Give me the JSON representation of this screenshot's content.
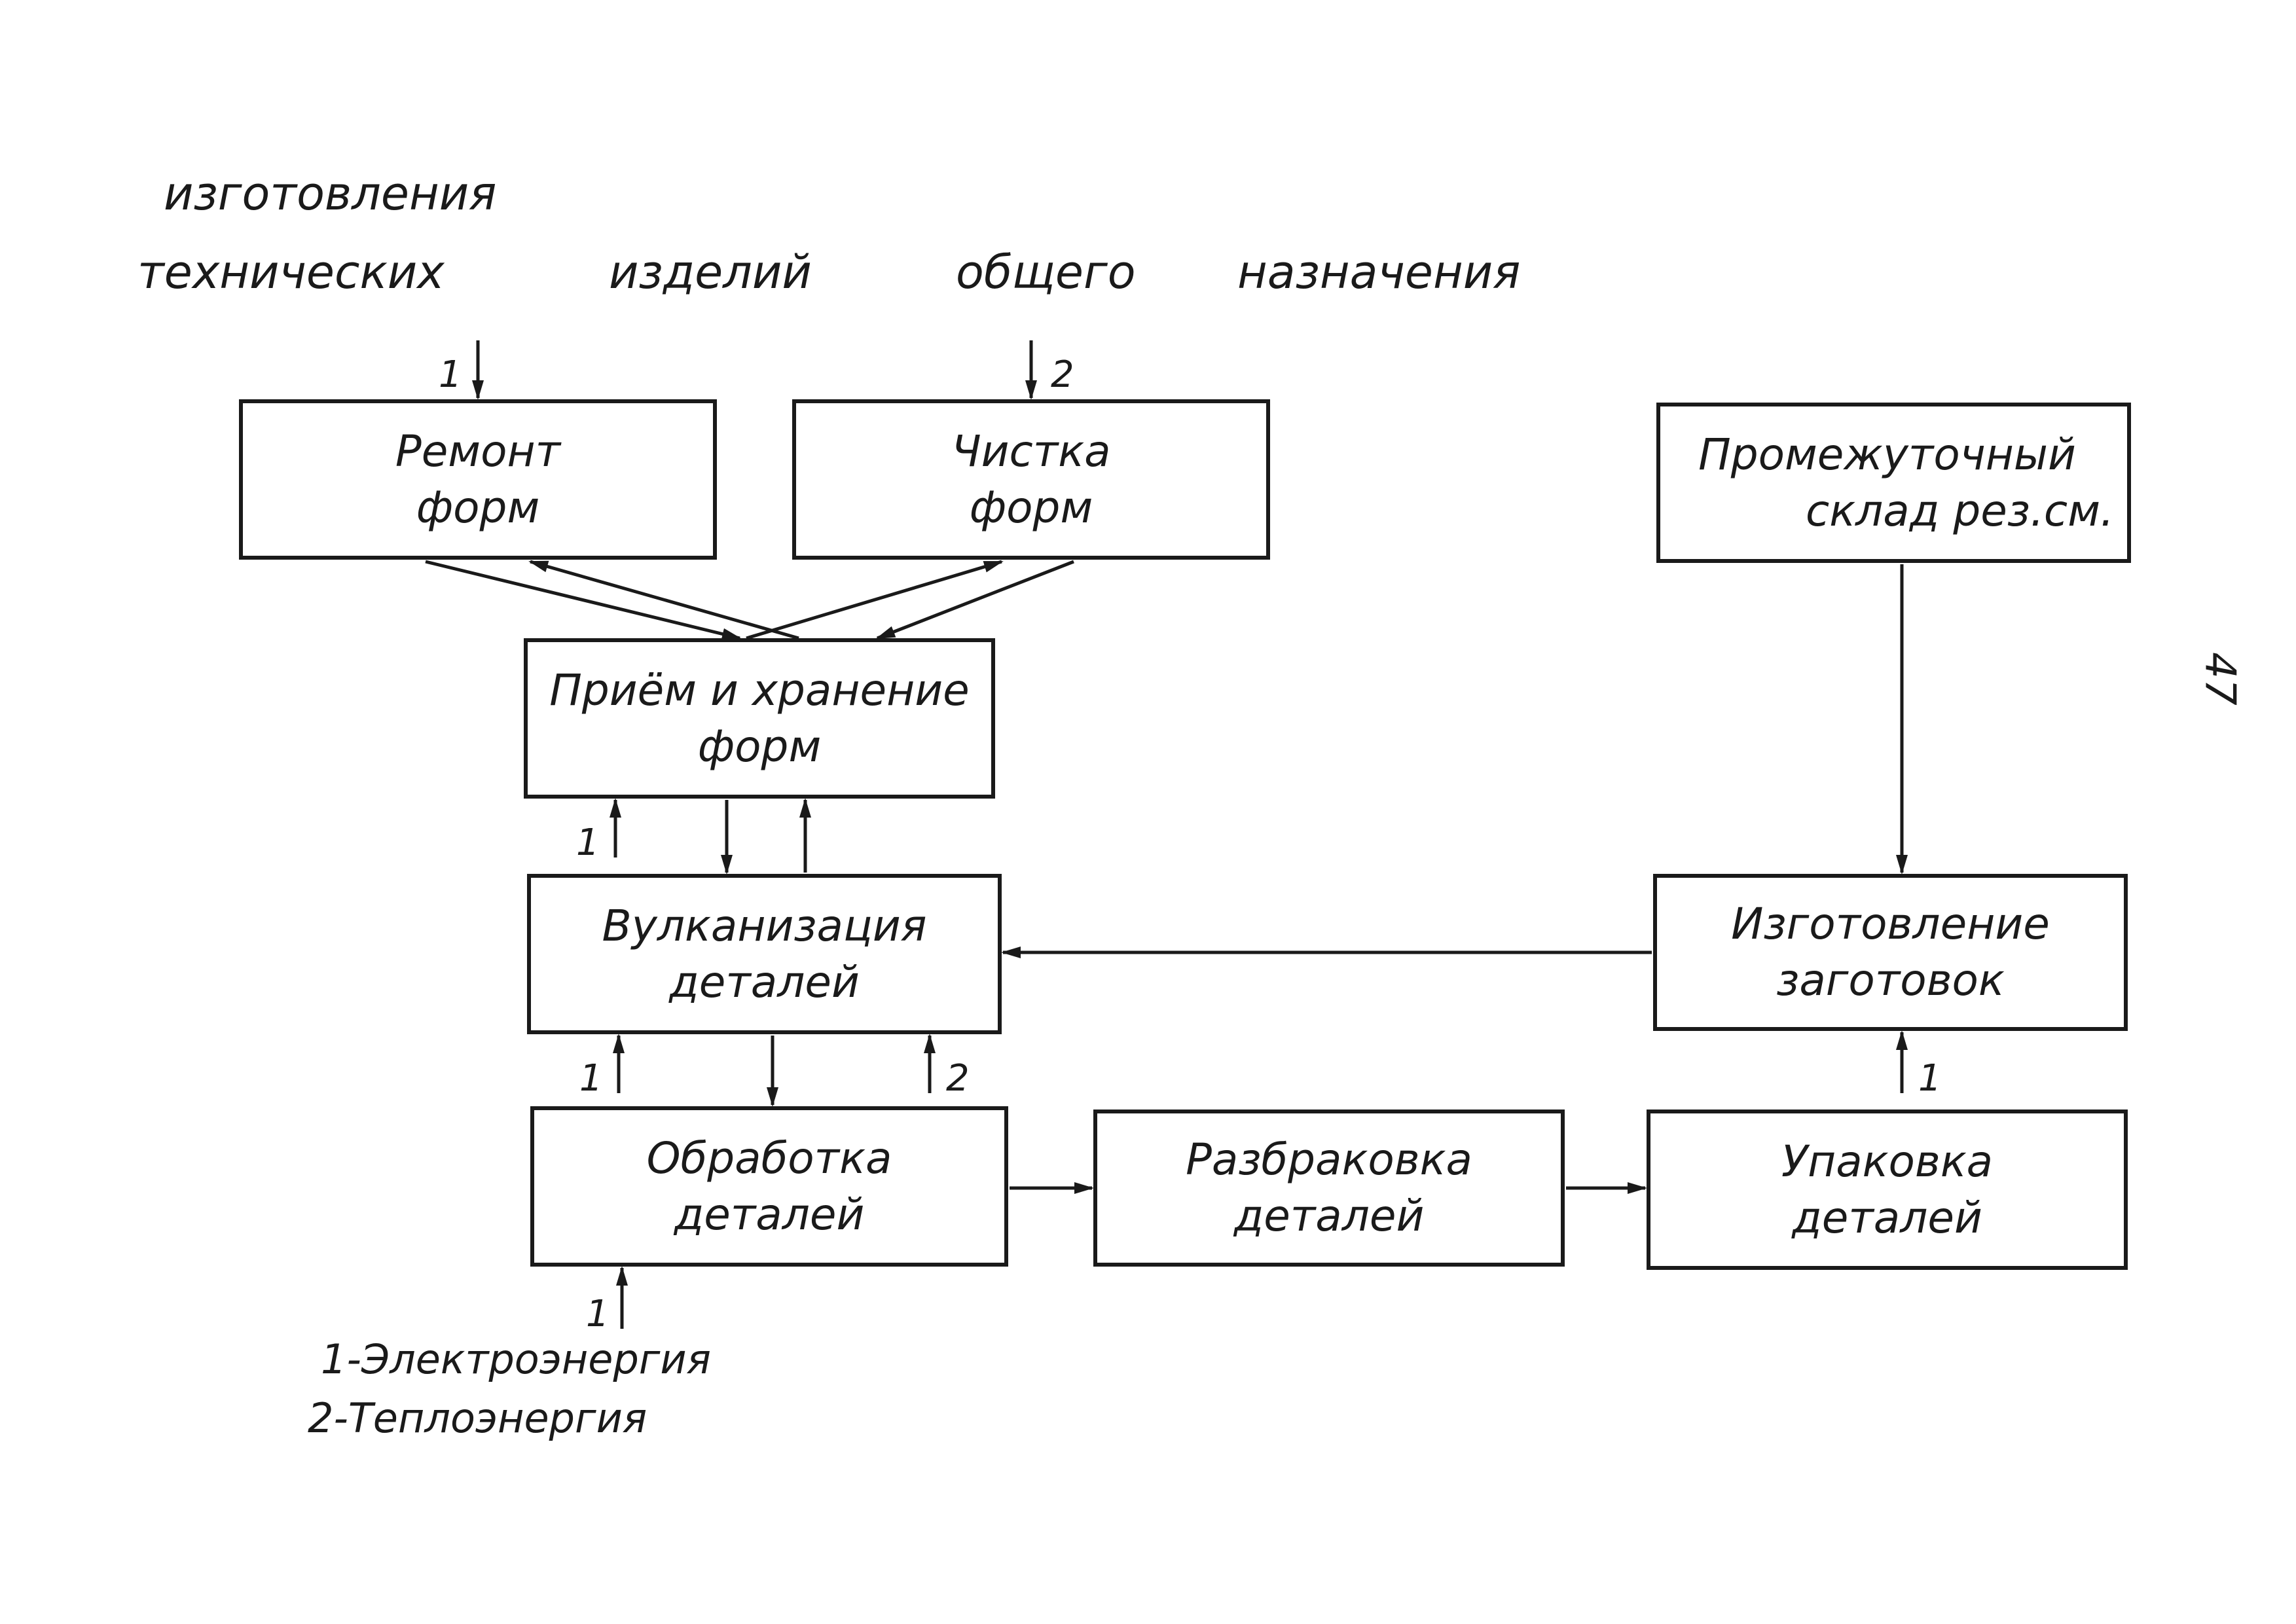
{
  "header": {
    "line1": "изготовления",
    "line2_words": [
      "технических",
      "изделий",
      "общего",
      "назначения"
    ]
  },
  "boxes": {
    "repair": [
      "Ремонт",
      "форм"
    ],
    "cleaning": [
      "Чистка",
      "форм"
    ],
    "intermediate": [
      "Промежуточный",
      "склад рез.см."
    ],
    "reception": [
      "Приём и хранение",
      "форм"
    ],
    "vulcanization": [
      "Вулканизация",
      "деталей"
    ],
    "preparation": [
      "Изготовление",
      "заготовок"
    ],
    "processing": [
      "Обработка",
      "деталей"
    ],
    "sorting": [
      "Разбраковка",
      "деталей"
    ],
    "packing": [
      "Упаковка",
      "деталей"
    ]
  },
  "markers": {
    "m_repair": "1",
    "m_cleaning": "2",
    "m_reception": "1",
    "m_vulc_left": "1",
    "m_vulc_right": "2",
    "m_processing": "1",
    "m_packing": "1"
  },
  "legend": [
    "1-Электроэнергия",
    "2-Теплоэнергия"
  ],
  "page_number": "47"
}
